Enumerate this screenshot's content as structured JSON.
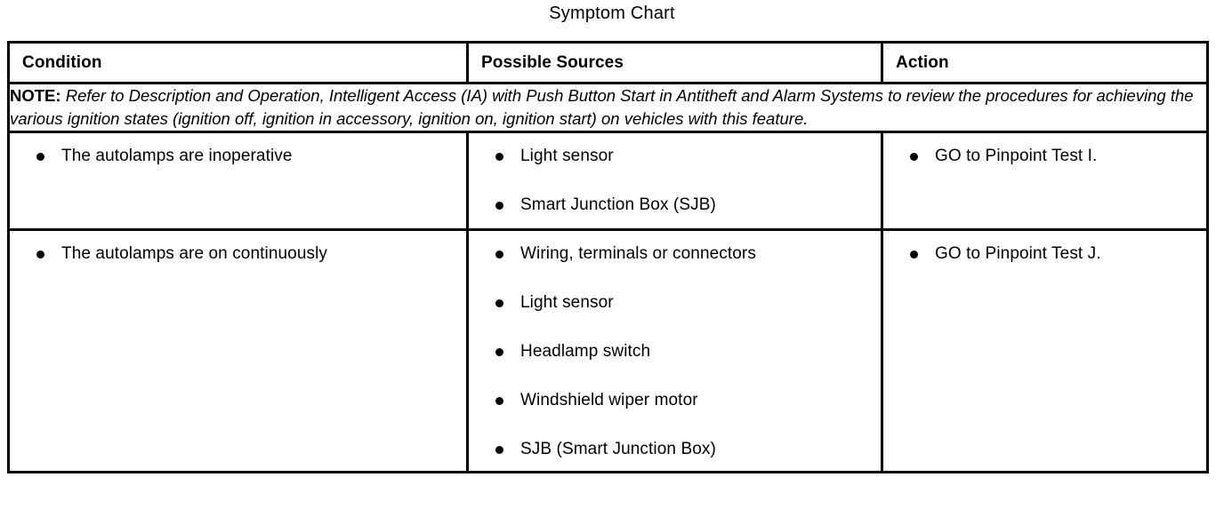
{
  "title": "Symptom Chart",
  "table": {
    "columns": [
      {
        "key": "condition",
        "label": "Condition"
      },
      {
        "key": "sources",
        "label": "Possible Sources"
      },
      {
        "key": "action",
        "label": "Action"
      }
    ],
    "note": {
      "label": "NOTE:",
      "text": "Refer to Description and Operation, Intelligent Access (IA) with Push Button Start in Antitheft and Alarm Systems to review the procedures for achieving the various ignition states (ignition off, ignition in accessory, ignition on, ignition start) on vehicles with this feature."
    },
    "rows": [
      {
        "condition": [
          "The autolamps are inoperative"
        ],
        "sources": [
          "Light sensor",
          "Smart Junction Box (SJB)"
        ],
        "action": [
          "GO to Pinpoint Test I."
        ]
      },
      {
        "condition": [
          "The autolamps are on continuously"
        ],
        "sources": [
          "Wiring, terminals or connectors",
          "Light sensor",
          "Headlamp switch",
          "Windshield wiper motor",
          "SJB (Smart Junction Box)"
        ],
        "action": [
          "GO to Pinpoint Test J."
        ]
      }
    ]
  }
}
